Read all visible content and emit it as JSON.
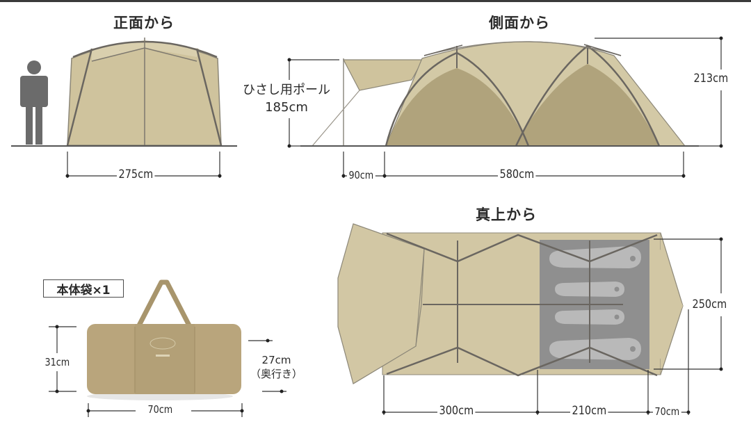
{
  "views": {
    "front": {
      "title": "正面から",
      "width": "275cm"
    },
    "side": {
      "title": "側面から",
      "height": "213cm",
      "awning_offset": "90cm",
      "length": "580cm",
      "pole_label": "ひさし用ポール",
      "pole_height": "185cm"
    },
    "top": {
      "title": "真上から",
      "width": "250cm",
      "segments": [
        "300cm",
        "210cm",
        "70cm"
      ]
    }
  },
  "bag": {
    "label": "本体袋×1",
    "height": "31cm",
    "width": "70cm",
    "depth": "27cm",
    "depth_note": "（奥行き）"
  },
  "colors": {
    "fabric_light": "#d2c7a4",
    "fabric_mid": "#c4b68c",
    "fabric_dark": "#b0a37c",
    "pole": "#6a6660",
    "inner_tent": "#8f8f8f",
    "sleeping_bag": "#b9b9b9",
    "bag": "#b9a57c",
    "person": "#6b6b6b"
  }
}
